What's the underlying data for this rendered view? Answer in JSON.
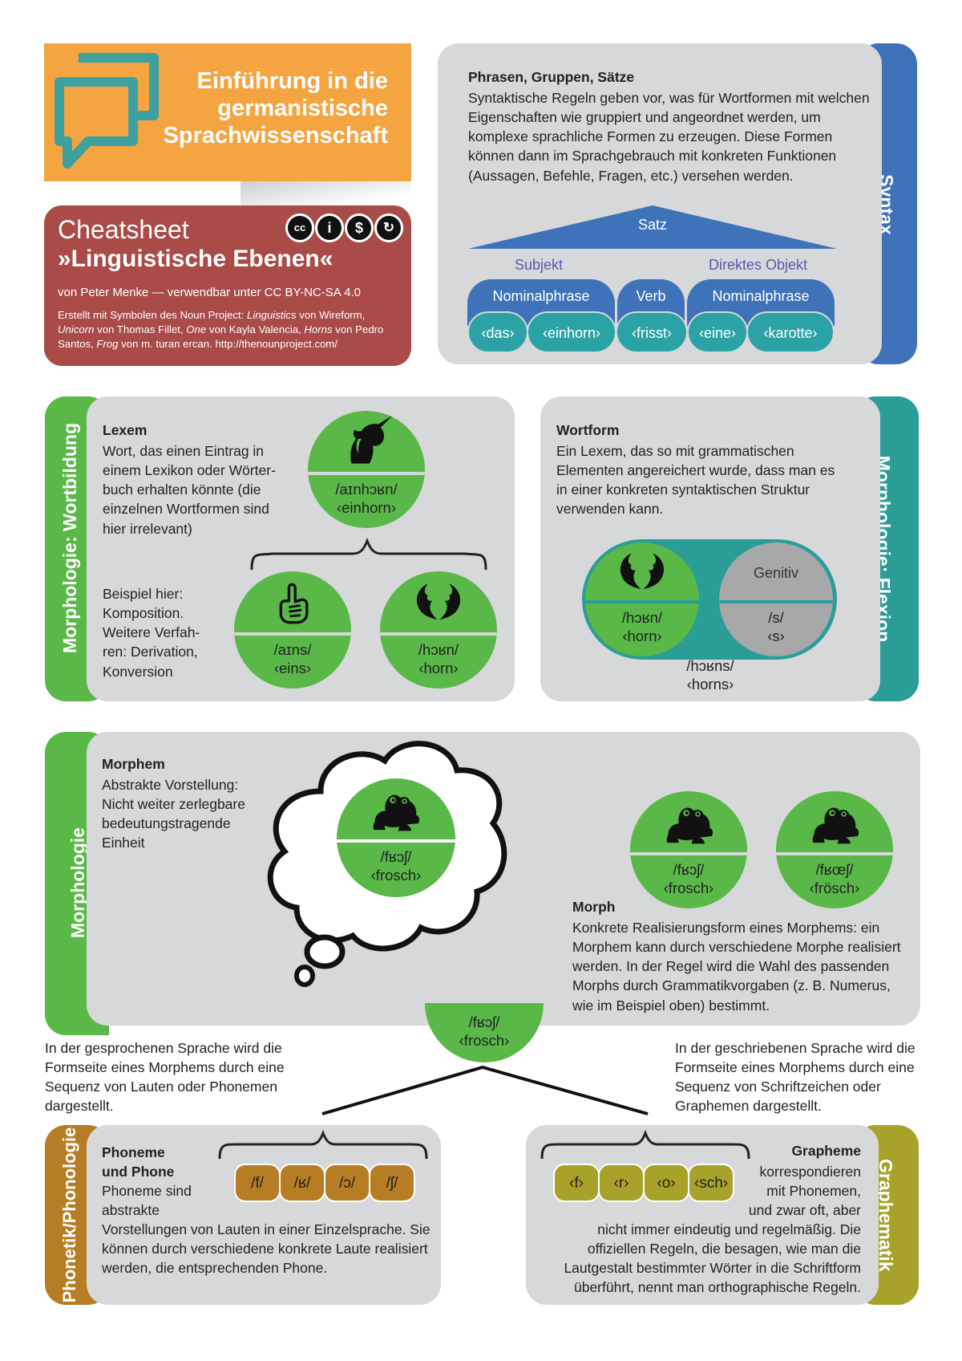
{
  "header": {
    "title_line1": "Einführung in die",
    "title_line2": "germanistische",
    "title_line3": "Sprachwissenschaft",
    "colors": {
      "orange": "#f4a541",
      "orange_icon": "#3fa0a0"
    }
  },
  "cheatsheet": {
    "kicker": "Cheatsheet",
    "title": "»Linguistische Ebenen«",
    "byline": "von Peter Menke — verwendbar unter CC BY-NC-SA 4.0",
    "credits_1": "Erstellt mit Symbolen des Noun Project: ",
    "credits_1_it": "Linguistics",
    "credits_1b": " von Wireform,",
    "credits_2_it": "Unicorn",
    "credits_2": " von Thomas Fillet, ",
    "credits_2_it2": "One",
    "credits_2b": " von Kayla Valencia, ",
    "credits_2_it3": "Horns",
    "credits_2c": " von Pedro",
    "credits_3": "Santos, ",
    "credits_3_it": "Frog",
    "credits_3b": " von m. turan ercan.  http://thenounproject.com/",
    "license_icons": [
      "cc-icon",
      "by-icon",
      "nc-icon",
      "sa-icon"
    ],
    "color": "#a94b46"
  },
  "syntax": {
    "label": "Syntax",
    "heading": "Phrasen, Gruppen, Sätze",
    "body": "Syntaktische Regeln geben vor, was für Wortformen mit welchen Eigenschaften wie gruppiert und angeordnet werden, um komplexe sprachliche Formen zu erzeugen. Diese Formen können dann im Sprachgebrauch mit konkreten Funktionen (Aussagen, Befehle, Fragen, etc.) versehen werden.",
    "tree_root": "Satz",
    "role_subject": "Subjekt",
    "role_object": "Direktes Objekt",
    "phrases": [
      "Nominalphrase",
      "Verb",
      "Nominalphrase"
    ],
    "words": [
      "‹das›",
      "‹einhorn›",
      "‹frisst›",
      "‹eine›",
      "‹karotte›"
    ],
    "color": "#3e72b9",
    "word_color": "#2ba3a6"
  },
  "wortbildung": {
    "label": "Morphologie: Wortbildung",
    "heading": "Lexem",
    "body": "Wort, das einen Eintrag in einem Lexikon oder Wörter-buch erhalten könnte (die einzelnen Wortformen sind hier irrelevant)",
    "example": "Beispiel hier: Komposition. Weitere Verfah-ren: Derivation, Konversion",
    "main_icon": "unicorn-icon",
    "main_phon": "/aɪnhɔʁn/",
    "main_graph": "‹einhorn›",
    "part1_icon": "one-hand-icon",
    "part1_phon": "/aɪns/",
    "part1_graph": "‹eins›",
    "part2_icon": "horns-icon",
    "part2_phon": "/hɔʁn/",
    "part2_graph": "‹horn›",
    "color": "#59b848"
  },
  "flexion": {
    "label": "Morphologie: Flexion",
    "heading": "Wortform",
    "body": "Ein Lexem, das so mit grammatischen Elementen angereichert wurde, dass man es in einer konkreten syntaktischen Struktur verwenden kann.",
    "stem_icon": "horns-icon",
    "stem_phon": "/hɔʁn/",
    "stem_graph": "‹horn›",
    "suffix_label": "Genitiv",
    "suffix_phon": "/s/",
    "suffix_graph": "‹s›",
    "result_phon": "/hɔʁns/",
    "result_graph": "‹horns›",
    "color": "#2a9d97"
  },
  "morphologie": {
    "label": "Morphologie",
    "morphem_heading": "Morphem",
    "morphem_body": "Abstrakte Vorstellung: Nicht weiter zerlegbare bedeutungstragende Einheit",
    "cloud_icon": "frog-icon",
    "cloud_phon": "/fʁɔʃ/",
    "cloud_graph": "‹frosch›",
    "morph1_phon": "/fʁɔʃ/",
    "morph1_graph": "‹frosch›",
    "morph2_phon": "/fʁœʃ/",
    "morph2_graph": "‹frösch›",
    "morph_heading": "Morph",
    "morph_body": "Konkrete Realisierungsform eines Morphems: ein Morphem kann durch verschiedene Morphe realisiert werden. In der Regel wird die Wahl des passenden Morphs durch Grammatikvorgaben (z. B. Numerus, wie im Beispiel oben) bestimmt.",
    "bottom_phon": "/fʁɔʃ/",
    "bottom_graph": "‹frosch›",
    "color": "#59b848"
  },
  "spoken_note": "In der gesprochenen Sprache wird die Formseite eines Morphems durch eine Sequenz von Lauten oder Phonemen dargestellt.",
  "written_note": "In der geschriebenen Sprache wird die Formseite eines Morphems durch eine Sequenz von Schriftzeichen oder Graphemen dargestellt.",
  "phonetik": {
    "label": "Phonetik/Phonologie",
    "heading_1": "Phoneme",
    "heading_2": "und Phone",
    "body_1": "Phoneme sind",
    "body_2": "abstrakte",
    "body_3": "Vorstellungen von Lauten in einer Einzelsprache. Sie können durch verschiedene konkrete Laute realisiert werden, die entsprechenden Phone.",
    "phonemes": [
      "/f/",
      "/ʁ/",
      "/ɔ/",
      "/ʃ/"
    ],
    "color": "#b67d24"
  },
  "graphematik": {
    "label": "Graphematik",
    "heading": "Grapheme",
    "body_1": "korrespondieren",
    "body_2": "mit Phonemen,",
    "body_3": "und zwar oft, aber",
    "body_4": "nicht immer eindeutig und regelmäßig. Die offiziellen Regeln, die besagen, wie man die Lautgestalt bestimmter Wörter in die Schriftform überführt, nennt man orthographische Regeln.",
    "graphemes": [
      "‹f›",
      "‹r›",
      "‹o›",
      "‹sch›"
    ],
    "color": "#a7a229"
  }
}
